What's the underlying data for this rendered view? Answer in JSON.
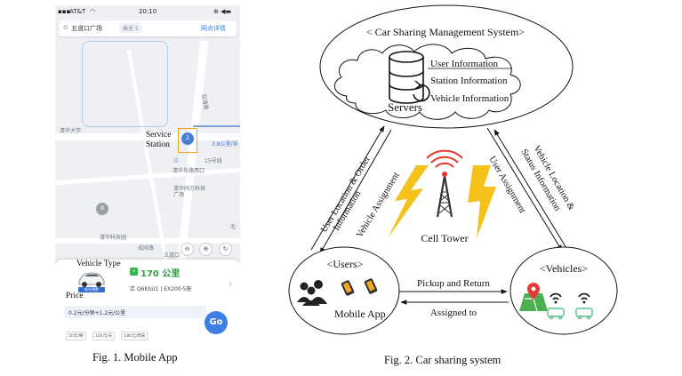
{
  "fig1": {
    "caption": "Fig. 1. Mobile App",
    "status_bar": {
      "carrier": "AT&T",
      "time": "20:10"
    },
    "location_bar": {
      "place": "五道口广场",
      "switch_label": "乘坐 5",
      "details_button": "网点详情"
    },
    "map_labels": {
      "tsinghua_univ": "清华大学",
      "road_shuangqing": "双清路",
      "distance": "3.8公里/导",
      "subway_line": "15号线",
      "station_west": "清华东路西口",
      "tongfang": "清华同方科技广场",
      "science_park": "清华科技园",
      "chengfu_rd": "成府路",
      "wudaokou": "五道口",
      "north": "北"
    },
    "markers": {
      "station_count": "2",
      "nearby_count": "8"
    },
    "annotations": {
      "service_station": "Service\nStation",
      "vehicle_type": "Vehicle Type",
      "price": "Price"
    },
    "vehicle_panel": {
      "range": "170 公里",
      "plate_model": "京 Q6KSU1 | EX200·5座",
      "car_badge": "新车预警",
      "price_text": "0.2元/分钟+1.2元/公里",
      "chips": [
        "50元/晚",
        "120元/天",
        "180元/周末"
      ],
      "go_button": "Go"
    }
  },
  "fig2": {
    "caption": "Fig. 2. Car sharing system",
    "management_title": "< Car Sharing Management System>",
    "servers_label": "Servers",
    "info_items": [
      "User Information",
      "Station Information",
      "Vehicle Information"
    ],
    "tower_label": "Cell Tower",
    "users_title": "<Users>",
    "mobile_app_label": "Mobile App",
    "vehicles_title": "<Vehicles>",
    "left_arrow_labels": [
      "User Location & Order",
      "Information",
      "Vehicle Assignment"
    ],
    "right_arrow_labels": [
      "Vehicle Location &",
      "Status Information",
      "User Assignment"
    ],
    "pickup_label": "Pickup and Return",
    "assigned_label": "Assigned to"
  }
}
